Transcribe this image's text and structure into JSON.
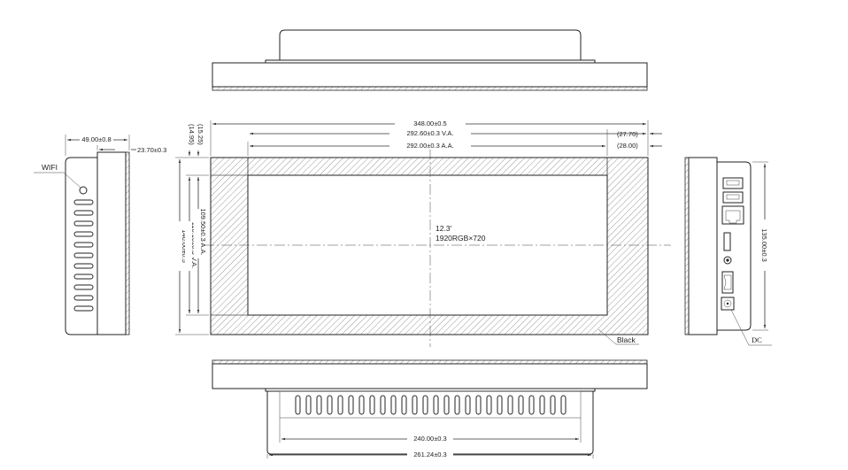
{
  "dimensions": {
    "side_depth": "49.00±0.8",
    "side_bezel": "23.70±0.3",
    "overall_width": "348.00±0.5",
    "view_area_width": "292.60±0.3 V.A.",
    "active_area_width": "292.00±0.3 A.A.",
    "right_offset_va": "(27.70)",
    "right_offset_aa": "(28.00)",
    "top_offset_va": "(15.25)",
    "top_offset_aa": "(14.95)",
    "active_area_height": "109.50±0.3 A.A.",
    "view_area_height": "110.10±0.3 V.A.",
    "overall_height": "140.00±0.5",
    "right_side_height": "135.00±0.3",
    "bottom_inner": "240.00±0.3",
    "bottom_outer": "261.24±0.3"
  },
  "labels": {
    "wifi": "WIFI",
    "screen_size": "12.3'",
    "resolution": "1920RGB×720",
    "bezel_color": "Black",
    "dc": "DC"
  }
}
